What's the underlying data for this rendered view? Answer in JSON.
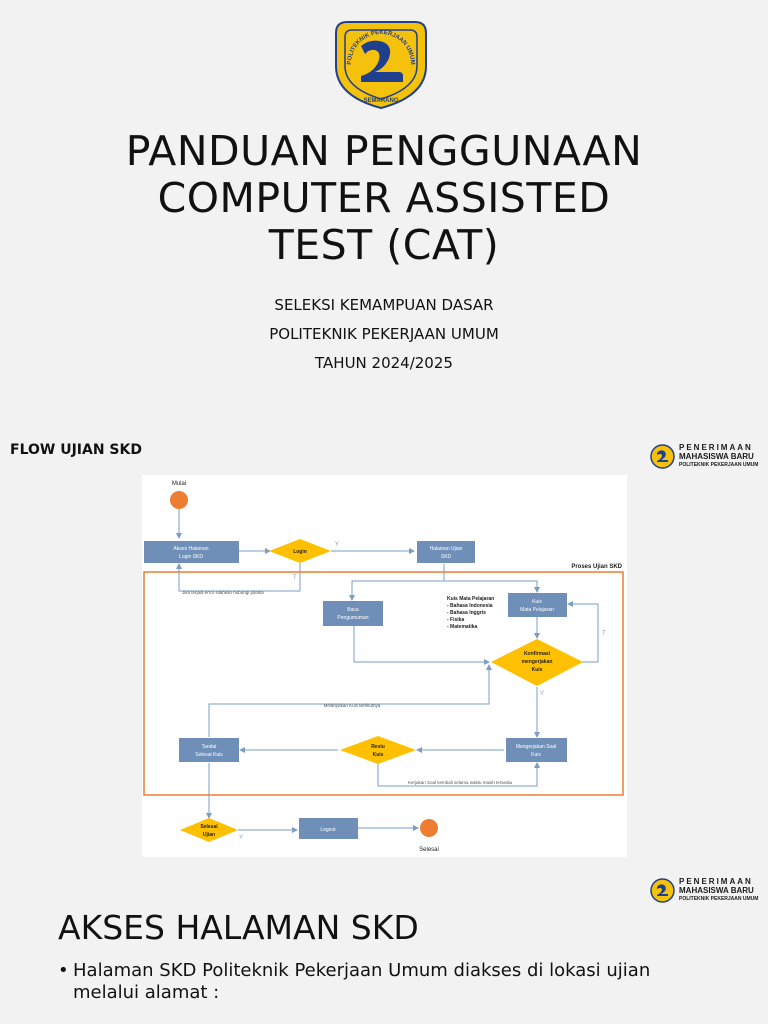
{
  "logo": {
    "ring_text_top": "POLITEKNIK PEKERJAAN UMUM",
    "ring_text_bottom": "SEMARANG",
    "colors": {
      "yellow": "#f4c20d",
      "blue": "#1f3f8f"
    }
  },
  "cover": {
    "title_lines": [
      "PANDUAN PENGGUNAAN",
      "COMPUTER ASSISTED",
      "TEST (CAT)"
    ],
    "subtitle_lines": [
      "SELEKSI KEMAMPUAN DASAR",
      "POLITEKNIK PEKERJAAN UMUM",
      "TAHUN 2024/2025"
    ]
  },
  "pmb_badge": {
    "line1": "PENERIMAAN",
    "line2": "MAHASISWA BARU",
    "line3": "POLITEKNIK PEKERJAAN UMUM"
  },
  "flow_slide": {
    "title": "FLOW UJIAN SKD",
    "diagram": {
      "start_label": "Mulai",
      "end_label": "Selesai",
      "akses_login": [
        "Akses Halaman",
        "Login SKD"
      ],
      "login": "Login",
      "halaman_ujian": [
        "Halaman Ujian",
        "SKD"
      ],
      "yes": "Y",
      "no": "T",
      "error_note": "Jika terjadi error silahkan hubungi panitia",
      "group_title": "Proses Ujian SKD",
      "baca": [
        "Baca",
        "Pengumuman"
      ],
      "kuis_list_title": "Kuis Mata Pelajaran",
      "kuis_list": [
        "- Bahasa Indonesia",
        "- Bahasa Inggris",
        "- Fisika",
        "- Matematika"
      ],
      "kuis_box": [
        "Kuis",
        "Mata Pelajaran"
      ],
      "konfirmasi": [
        "Konfirmasi",
        "mengerjakan",
        "Kuis"
      ],
      "lanjut_note": "Melanjutkan Kuis Berikutnya",
      "tandai": [
        "Tandai",
        "Selesai Kuis"
      ],
      "reviu": [
        "Reviu",
        "Kuis"
      ],
      "mengerjakan": [
        "Mengerjakan Soal",
        "Kuis"
      ],
      "kerjakan_note": "Kerjakan Soal kembali selama waktu masih tersedia",
      "selesai_ujian": [
        "Selesai",
        "Ujian"
      ],
      "logout": "Logout",
      "colors": {
        "box": "#6f8fb8",
        "diamond": "#ffc000",
        "terminal": "#ed7d31",
        "group": "#ed7d31",
        "line": "#7a9cc6"
      }
    }
  },
  "akses_slide": {
    "title": "AKSES HALAMAN SKD",
    "bullet": "Halaman SKD Politeknik Pekerjaan Umum diakses di lokasi ujian melalui alamat :"
  }
}
